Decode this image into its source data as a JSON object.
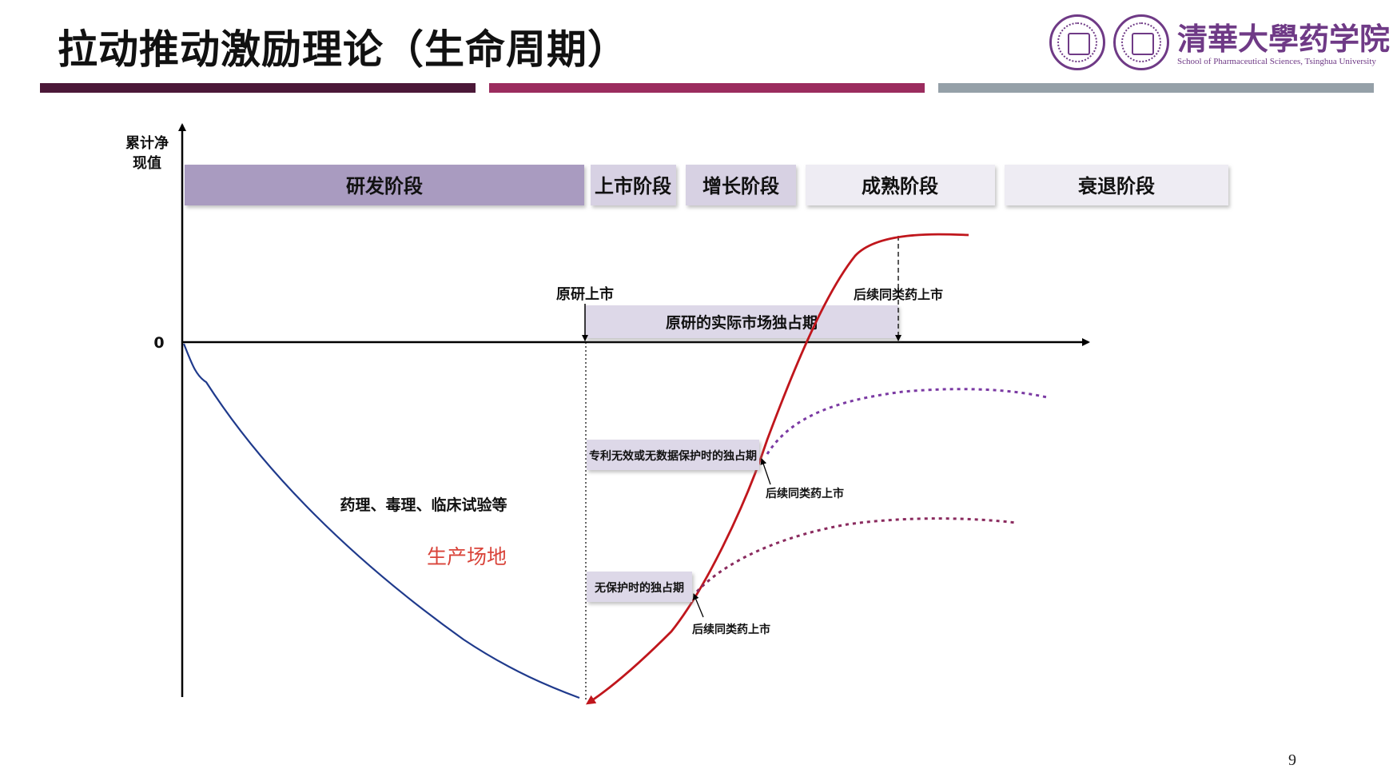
{
  "slide": {
    "title": "拉动推动激励理论（生命周期）",
    "page_number": "9"
  },
  "logo": {
    "school_name": "清華大學药学院",
    "subtitle": "School of Pharmaceutical Sciences, Tsinghua University"
  },
  "diagram": {
    "y_axis_label_line1": "累计净",
    "y_axis_label_line2": "现值",
    "zero_label": "0",
    "stages": [
      "研发阶段",
      "上市阶段",
      "增长阶段",
      "成熟阶段",
      "衰退阶段"
    ],
    "labels": {
      "original_launch": "原研上市",
      "follow_on_launch_top": "后续同类药上市",
      "market_exclusivity": "原研的实际市场独占期",
      "patent_invalid_exclusivity": "专利无效或无数据保护时的独占期",
      "follow_on_launch_mid": "后续同类药上市",
      "no_protection_exclusivity": "无保护时的独占期",
      "follow_on_launch_low": "后续同类药上市",
      "rd_activities": "药理、毒理、临床试验等",
      "production_site": "生产场地"
    },
    "colors": {
      "rd_curve": "#1f3a8c",
      "main_curve": "#c0161c",
      "dotted_curve_upper": "#7b3aa3",
      "dotted_curve_lower": "#8a2a5e",
      "stage_dark": "#a99bc0",
      "stage_mid": "#d7d1e3",
      "stage_light": "#eeecf3",
      "production_text": "#d9443a"
    }
  }
}
